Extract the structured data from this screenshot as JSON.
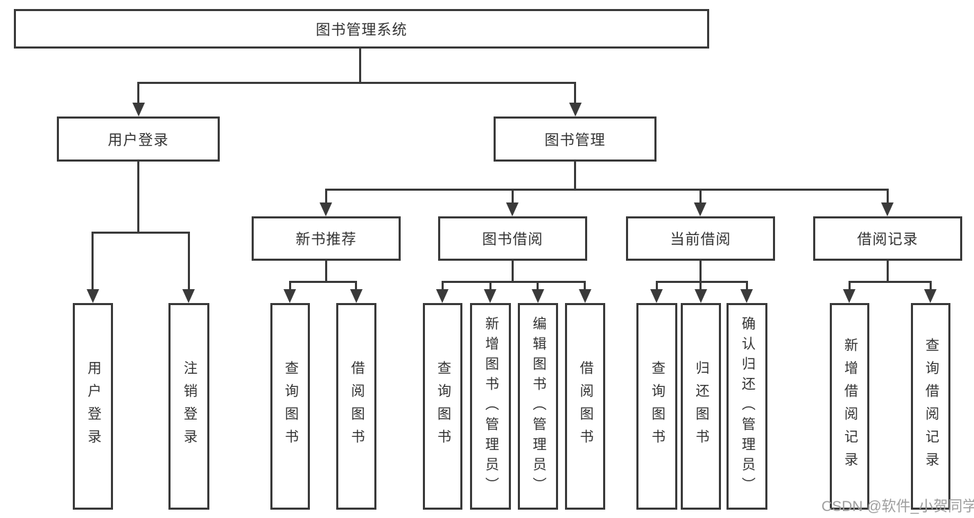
{
  "tree": {
    "root": {
      "label": "图书管理系统",
      "children": [
        {
          "label": "用户登录",
          "children": [
            {
              "label": "用户登录"
            },
            {
              "label": "注销登录"
            }
          ]
        },
        {
          "label": "图书管理",
          "children": [
            {
              "label": "新书推荐",
              "children": [
                {
                  "label": "查询图书"
                },
                {
                  "label": "借阅图书"
                }
              ]
            },
            {
              "label": "图书借阅",
              "children": [
                {
                  "label": "查询图书"
                },
                {
                  "label": "新增图书（管理员）"
                },
                {
                  "label": "编辑图书（管理员）"
                },
                {
                  "label": "借阅图书"
                }
              ]
            },
            {
              "label": "当前借阅",
              "children": [
                {
                  "label": "查询图书"
                },
                {
                  "label": "归还图书"
                },
                {
                  "label": "确认归还（管理员）"
                }
              ]
            },
            {
              "label": "借阅记录",
              "children": [
                {
                  "label": "新增借阅记录"
                },
                {
                  "label": "查询借阅记录"
                }
              ]
            }
          ]
        }
      ]
    }
  },
  "watermark": {
    "text": "CSDN @软件_小贺同学"
  },
  "colors": {
    "line": "#3a3a3a",
    "text": "#333333",
    "watermark": "#9e9e9e",
    "background": "#ffffff"
  }
}
